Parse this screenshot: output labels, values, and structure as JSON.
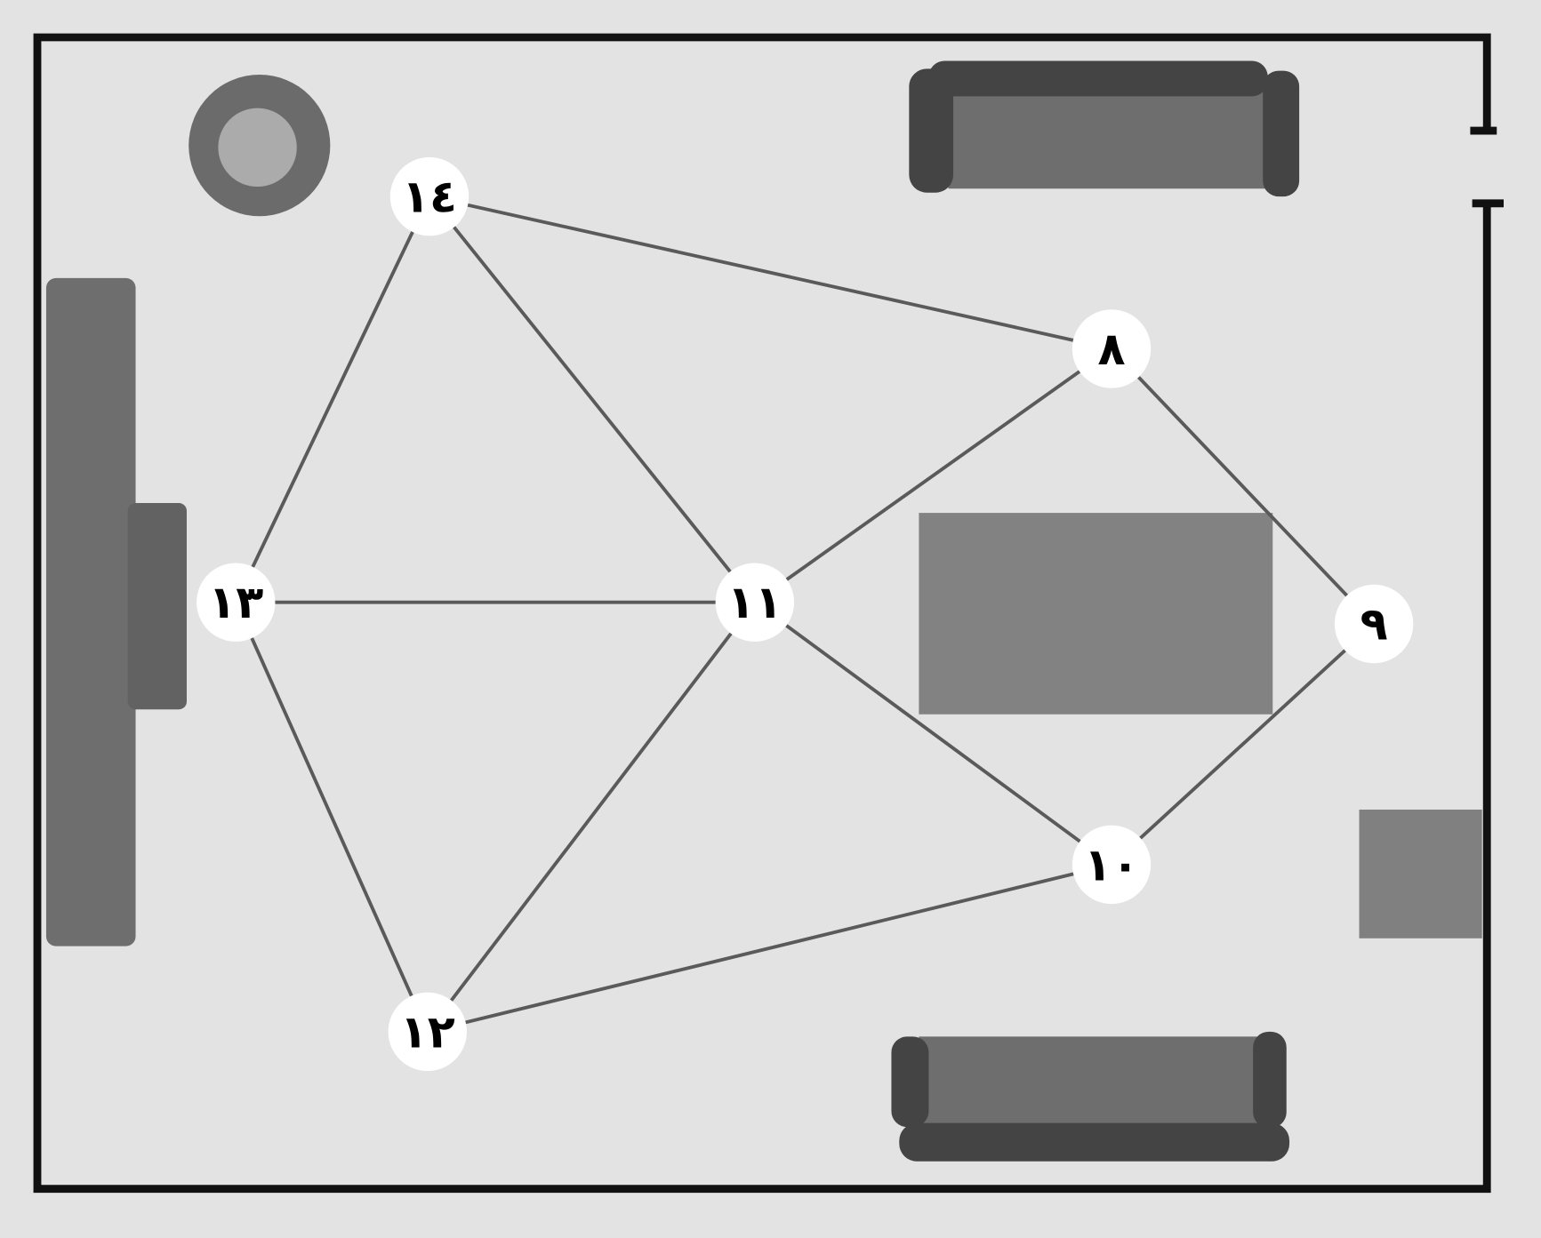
{
  "colors": {
    "background": "#e3e3e3",
    "wall": "#111111",
    "furniture_dark": "#444444",
    "furniture_mid": "#6e6e6e",
    "furniture_light": "#828282",
    "edge": "#5a5a5a",
    "node_fill": "#ffffff"
  },
  "nodes": [
    {
      "id": "14",
      "label": "١٤"
    },
    {
      "id": "8",
      "label": "٨"
    },
    {
      "id": "13",
      "label": "١٣"
    },
    {
      "id": "11",
      "label": "١١"
    },
    {
      "id": "9",
      "label": "٩"
    },
    {
      "id": "10",
      "label": "١٠"
    },
    {
      "id": "12",
      "label": "١٢"
    }
  ],
  "edges": [
    [
      "14",
      "8"
    ],
    [
      "14",
      "13"
    ],
    [
      "14",
      "11"
    ],
    [
      "8",
      "11"
    ],
    [
      "8",
      "9"
    ],
    [
      "13",
      "11"
    ],
    [
      "13",
      "12"
    ],
    [
      "11",
      "12"
    ],
    [
      "11",
      "10"
    ],
    [
      "9",
      "10"
    ],
    [
      "12",
      "10"
    ]
  ]
}
